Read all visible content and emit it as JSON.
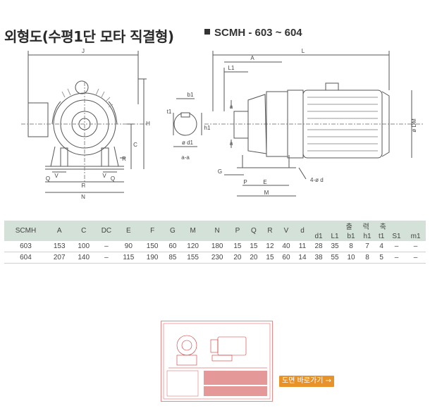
{
  "header": {
    "title": "외형도(수평1단 모타 직결형)",
    "model": "SCMH - 603 ~ 604"
  },
  "drawing_labels": {
    "J": "J",
    "L": "L",
    "A": "A",
    "L1": "L1",
    "b1": "b1",
    "t1": "t1",
    "h1": "h1",
    "phi_d1": "ø d1",
    "section": "a-a",
    "H": "H",
    "C": "C",
    "R": "R",
    "G": "G",
    "P": "P",
    "E": "E",
    "M": "M",
    "Q": "Q",
    "V": "V",
    "F": "F",
    "N": "N",
    "a_top": "a",
    "a_bottom": "a",
    "phi_DM": "ø DM",
    "bolt": "4-ø d"
  },
  "table": {
    "columns": [
      "SCMH",
      "A",
      "C",
      "DC",
      "E",
      "F",
      "G",
      "M",
      "N",
      "P",
      "Q",
      "R",
      "V",
      "d"
    ],
    "output_header": "출 력 축",
    "output_columns": [
      "d1",
      "L1",
      "b1",
      "h1",
      "t1",
      "S1",
      "m1"
    ],
    "rows": [
      [
        "603",
        "153",
        "100",
        "–",
        "90",
        "150",
        "60",
        "120",
        "180",
        "15",
        "15",
        "12",
        "40",
        "11",
        "28",
        "35",
        "8",
        "7",
        "4",
        "–",
        "–"
      ],
      [
        "604",
        "207",
        "140",
        "–",
        "115",
        "190",
        "85",
        "155",
        "230",
        "20",
        "20",
        "15",
        "60",
        "14",
        "38",
        "55",
        "10",
        "8",
        "5",
        "–",
        "–"
      ]
    ]
  },
  "footer": {
    "view_button": "도면 바로가기  →"
  }
}
